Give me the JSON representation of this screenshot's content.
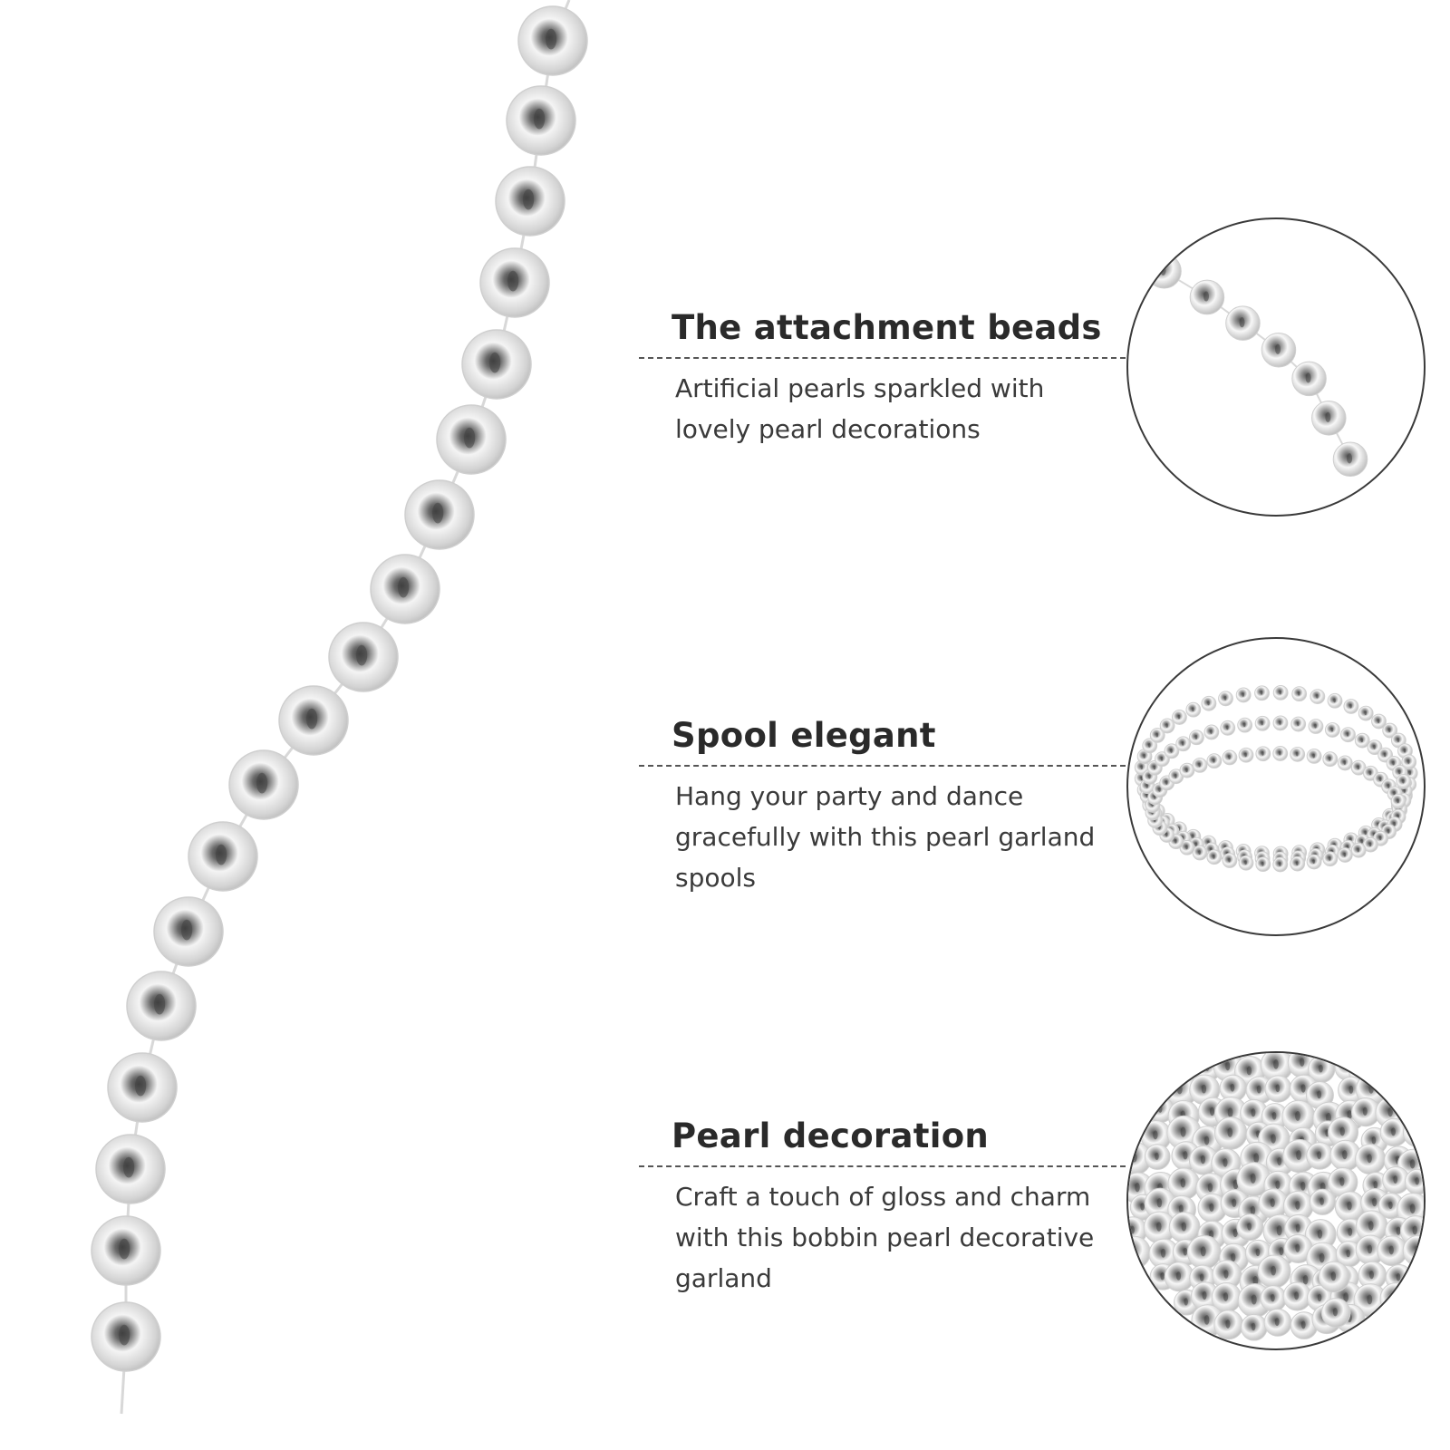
{
  "features": [
    {
      "title": "The attachment beads",
      "description": "Artificial pearls sparkled with lovely pearl decorations",
      "image_icon": "bead-strand-closeup-icon"
    },
    {
      "title": "Spool elegant",
      "description": "Hang your party and dance gracefully with this pearl garland spools",
      "image_icon": "bead-spool-coil-icon"
    },
    {
      "title": "Pearl decoration",
      "description": "Craft a touch of gloss and charm with this bobbin pearl decorative garland",
      "image_icon": "bead-pile-icon"
    }
  ],
  "colors": {
    "text": "#2a2a2a",
    "bead_light": "#ffffff",
    "bead_dark": "#5a5a5a",
    "outline": "#3a3a3a"
  }
}
